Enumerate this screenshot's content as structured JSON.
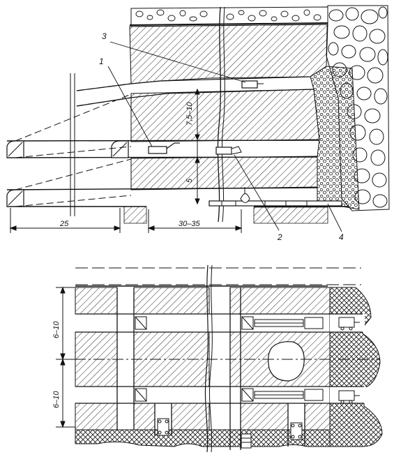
{
  "top_section": {
    "callouts": {
      "c1": "1",
      "c2": "2",
      "c3": "3",
      "c4": "4"
    },
    "dimensions": {
      "span_left": "25",
      "span_mid": "30–35",
      "height_upper": "7,5–10",
      "height_lower": "5"
    }
  },
  "plan_section": {
    "dimensions": {
      "pillar_upper": "6–10",
      "pillar_lower": "6–10"
    }
  },
  "colors": {
    "line": "#111111",
    "background": "#ffffff"
  }
}
